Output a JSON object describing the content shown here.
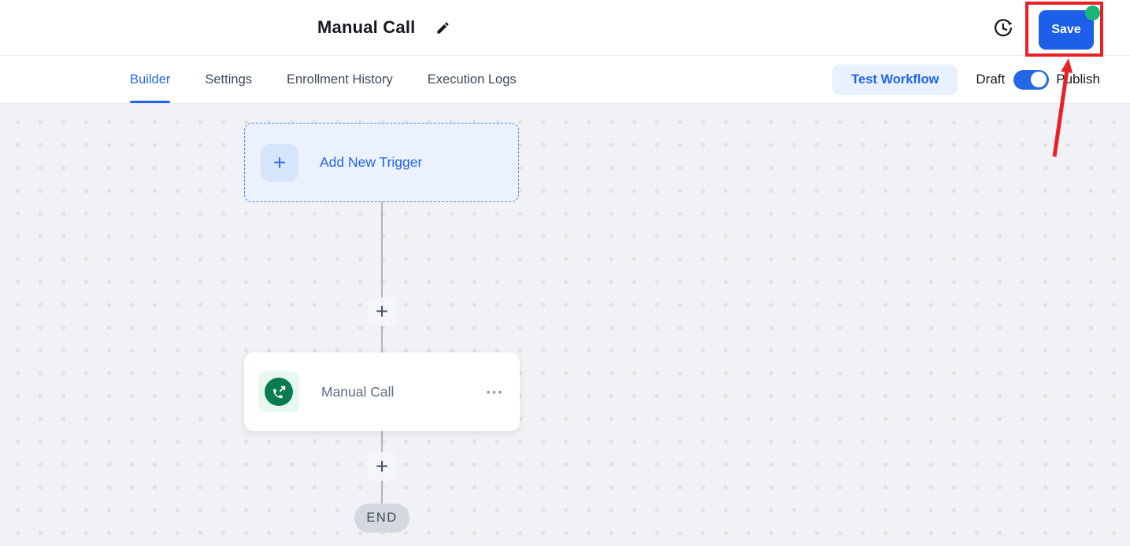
{
  "header": {
    "title": "Manual Call",
    "save_button": {
      "label": "Save"
    },
    "icons": {
      "edit": "pencil-icon",
      "history": "clock-history-icon",
      "unsaved_changes_dot": "green-dot-indicator"
    }
  },
  "tabs": {
    "items": [
      {
        "label": "Builder",
        "active": true
      },
      {
        "label": "Settings",
        "active": false
      },
      {
        "label": "Enrollment History",
        "active": false
      },
      {
        "label": "Execution Logs",
        "active": false
      }
    ],
    "test_workflow_label": "Test Workflow",
    "draft_label": "Draft",
    "publish_label": "Publish",
    "publish_toggle_on": true
  },
  "canvas": {
    "trigger_card": {
      "plus_glyph": "+",
      "label": "Add New Trigger"
    },
    "connector": {
      "plus_top": "+",
      "plus_bottom": "+"
    },
    "action_card": {
      "label": "Manual Call",
      "menu_glyph": "•••",
      "icon": "phone-outgoing-icon"
    },
    "end_label": "END"
  },
  "annotation": {
    "highlight_color": "#ec2024"
  },
  "colors": {
    "primary_blue": "#1d5fe8",
    "tab_active_blue": "#2166e8",
    "save_indicator_green": "#17b877",
    "canvas_background": "#f0f2f5",
    "action_icon_green": "#0a7b51",
    "end_pill_gray": "#d5d9df"
  }
}
